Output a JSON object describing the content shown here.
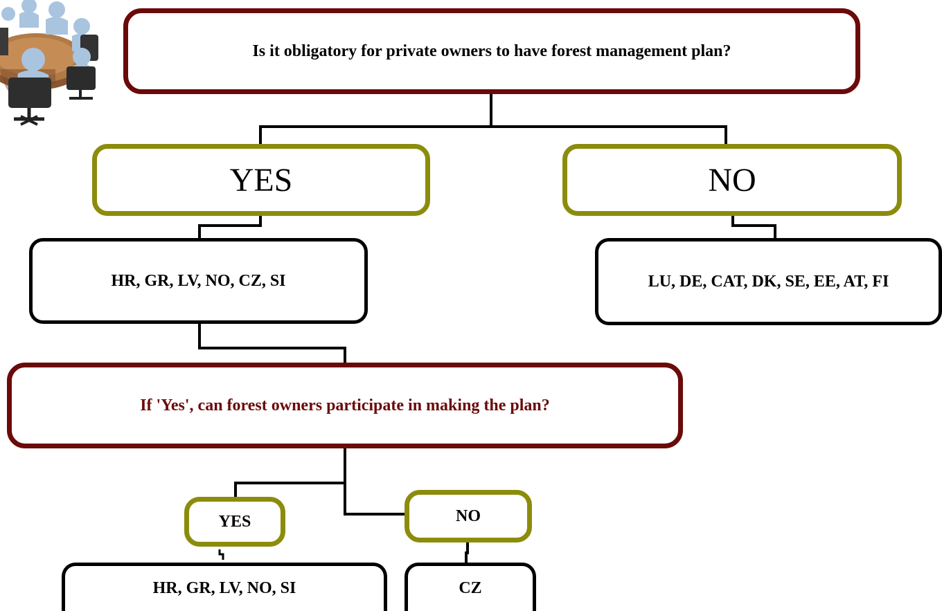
{
  "diagram": {
    "question_1": "Is it obligatory for private owners to have forest management plan?",
    "answer_yes_1": "YES",
    "answer_no_1": "NO",
    "countries_yes_1": "HR, GR, LV, NO, CZ, SI",
    "countries_no_1": "LU, DE, CAT, DK, SE, EE, AT, FI",
    "question_2": "If 'Yes', can forest owners participate in making the plan?",
    "answer_yes_2": "YES",
    "answer_no_2": "NO",
    "countries_yes_2": "HR, GR, LV, NO, SI",
    "countries_no_2": "CZ"
  },
  "colors": {
    "question_border": "#6b0a0a",
    "answer_border": "#8c8c0c",
    "list_border": "#000000",
    "question_2_text": "#6b0a0a"
  },
  "icons": [
    "meeting-table-illustration"
  ]
}
